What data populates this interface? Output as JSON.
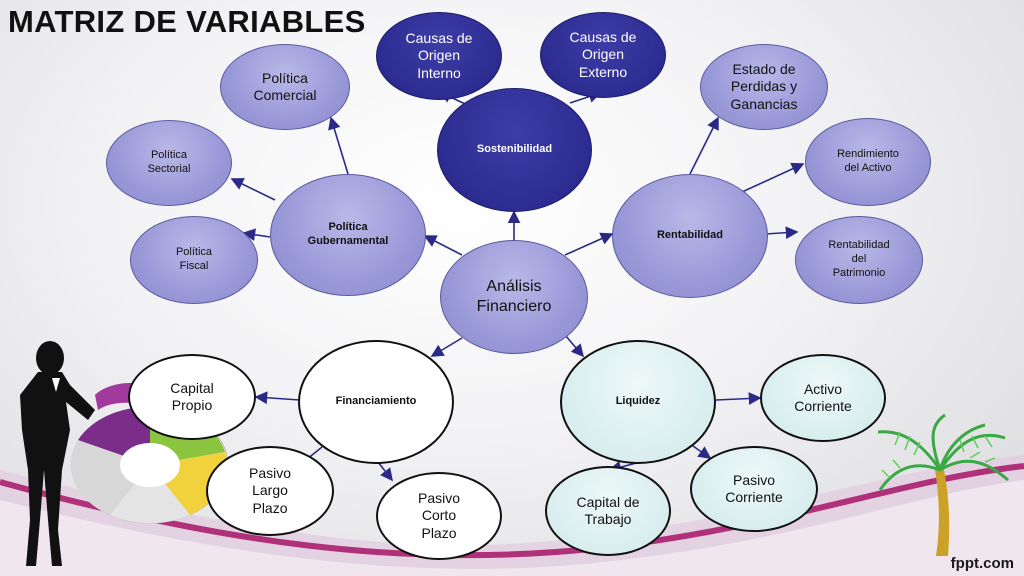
{
  "title": "MATRIZ DE VARIABLES",
  "brand": "fppt.com",
  "nodes": {
    "analisis": "Análisis\nFinanciero",
    "sostenibilidad": "Sostenibilidad",
    "causas_interno": "Causas de\nOrigen\nInterno",
    "causas_externo": "Causas de\nOrigen\nExterno",
    "politica_gub": "Política\nGubernamental",
    "politica_comercial": "Política\nComercial",
    "politica_sectorial": "Política\nSectorial",
    "politica_fiscal": "Política\nFiscal",
    "rentabilidad": "Rentabilidad",
    "estado_pyg": "Estado de\nPerdidas y\nGanancias",
    "rend_activo": "Rendimiento\ndel Activo",
    "rent_patrimonio": "Rentabilidad\ndel\nPatrimonio",
    "financiamiento": "Financiamiento",
    "capital_propio": "Capital\nPropio",
    "pasivo_largo": "Pasivo\nLargo\nPlazo",
    "pasivo_corto": "Pasivo\nCorto\nPlazo",
    "liquidez": "Liquidez",
    "activo_corriente": "Activo\nCorriente",
    "pasivo_corriente": "Pasivo\nCorriente",
    "capital_trabajo": "Capital de\nTrabajo"
  },
  "colors": {
    "lavender": "#9a99d8",
    "navy": "#2c2c91",
    "arrow": "#2a2a86",
    "wave_purple": "#b0307a",
    "wave_light": "#d9b5d4"
  },
  "decorations": [
    "businesswoman-silhouette",
    "pie-chart-graphic",
    "palm-tree"
  ]
}
